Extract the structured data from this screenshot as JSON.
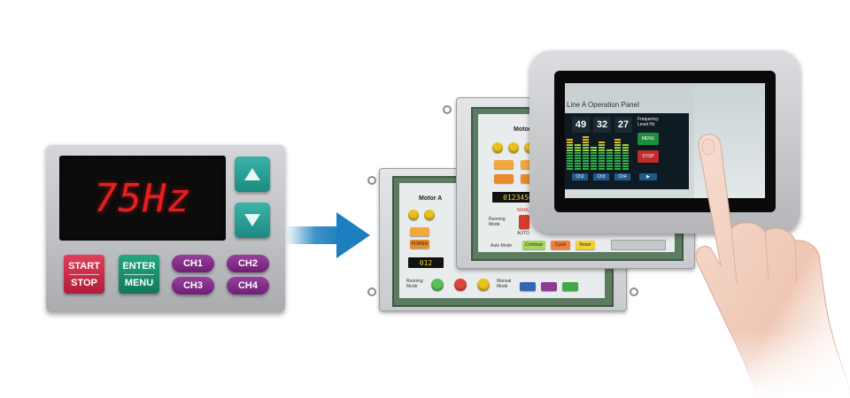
{
  "keypad": {
    "display": "75Hz",
    "up_icon": "triangle-up-icon",
    "down_icon": "triangle-down-icon",
    "start_label": "START",
    "stop_label": "STOP",
    "enter_label": "ENTER",
    "menu_label": "MENU",
    "ch1": "CH1",
    "ch2": "CH2",
    "ch3": "CH3",
    "ch4": "CH4",
    "colors": {
      "red": "#c8243f",
      "green": "#17896b",
      "purple": "#85308a",
      "teal": "#27a197",
      "lcd_text": "#e41f1f"
    }
  },
  "flow_arrow": {
    "icon": "arrow-right-icon",
    "color": "#1d7fbf"
  },
  "panel_back": {
    "motor_title": "Motor A",
    "counter": "012",
    "running_mode": "Running Mode",
    "manual_mode": "Manual Mode",
    "power_label": "POWER"
  },
  "panel_mid": {
    "motor_title": "Motor A",
    "counter": "0123456",
    "running_mode": "Running Mode",
    "manual_label": "MANUAL",
    "auto_label": "AUTO",
    "auto_mode": "Auto Mode",
    "continue_label": "Continue",
    "cycle_label": "Cycle",
    "reset_label": "Reset"
  },
  "tablet": {
    "title": "Line A Operation Panel",
    "values": [
      "49",
      "32",
      "27"
    ],
    "freq_label": "Frequency Level Hz",
    "menu_label": "MENU",
    "stop_label": "STOP",
    "ch_labels": [
      "Ch2",
      "Ch3",
      "Ch4"
    ]
  }
}
